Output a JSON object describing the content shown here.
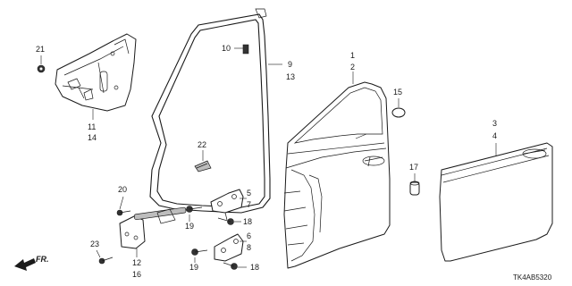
{
  "diagram": {
    "code": "TK4AB5320",
    "direction_label": "FR.",
    "callouts": {
      "p1": "1",
      "p2": "2",
      "p3": "3",
      "p4": "4",
      "p5": "5",
      "p6": "6",
      "p7": "7",
      "p8": "8",
      "p9": "9",
      "p10": "10",
      "p11": "11",
      "p12": "12",
      "p13": "13",
      "p14": "14",
      "p15": "15",
      "p16": "16",
      "p17": "17",
      "p18a": "18",
      "p18b": "18",
      "p19a": "19",
      "p19b": "19",
      "p20": "20",
      "p21": "21",
      "p22": "22",
      "p23": "23"
    }
  }
}
